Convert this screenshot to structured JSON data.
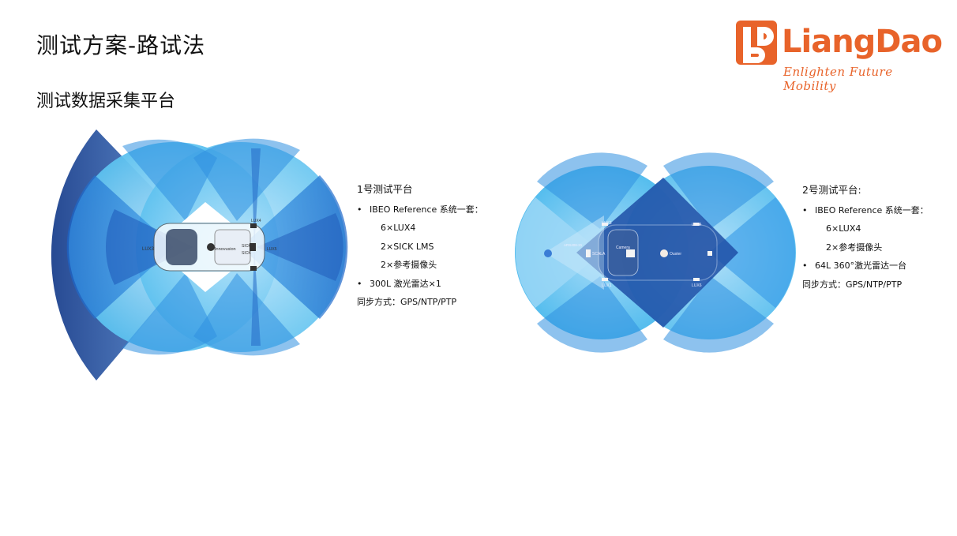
{
  "page": {
    "title": "测试方案-路试法",
    "subtitle": "测试数据采集平台"
  },
  "logo": {
    "name": "LiangDao",
    "tagline": "Enlighten Future Mobility",
    "color": "#e8632a"
  },
  "platform1": {
    "heading": "1号测试平台",
    "items": [
      {
        "bullet": true,
        "text": "IBEO Reference 系统一套："
      },
      {
        "bullet": false,
        "text": "6×LUX4"
      },
      {
        "bullet": false,
        "text": "2×SICK LMS"
      },
      {
        "bullet": false,
        "text": "2×参考摄像头"
      },
      {
        "bullet": true,
        "text": "300L 激光雷达×1"
      },
      {
        "bullet": false,
        "text": "同步方式：GPS/NTP/PTP",
        "flush": true
      }
    ],
    "labels": {
      "lux3": "LUX3",
      "lux4": "LUX4",
      "lux5": "LUX5",
      "sick1": "SICK",
      "sick2": "SICK",
      "innovusion": "Innovusion"
    }
  },
  "platform2": {
    "heading": "2号测试平台:",
    "items": [
      {
        "bullet": true,
        "text": "IBEO Reference 系统一套："
      },
      {
        "bullet": false,
        "text": "6×LUX4"
      },
      {
        "bullet": false,
        "text": "2×参考摄像头"
      },
      {
        "bullet": true,
        "text": "64L 360°激光雷达一台"
      },
      {
        "bullet": false,
        "text": "同步方式：GPS/NTP/PTP",
        "flush": true
      }
    ],
    "labels": {
      "lux3": "LUX3",
      "lux4": "LUX4",
      "lux1": "LUX1",
      "lux6": "LUX6",
      "camera": "Camera",
      "ouster": "Ouster",
      "scala": "SCALA",
      "ars": "ARS408-21"
    }
  },
  "colors": {
    "light_blue": "#5cc1ef",
    "mid_blue": "#2f8fe0",
    "dark_blue": "#1f4fa6",
    "navy": "#274a93"
  }
}
